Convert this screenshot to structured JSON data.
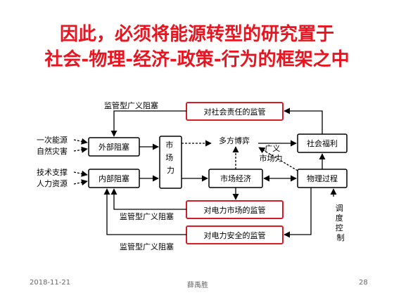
{
  "title": {
    "line1": "因此，必须将能源转型的研究置于",
    "line2": "社会-物理-经济-政策-行为的框架之中"
  },
  "diagram": {
    "nodes": {
      "external_barrier": "外部阻塞",
      "internal_barrier": "内部阻塞",
      "market_force": "市场力",
      "multi_game": "多方博弈",
      "market_economy": "市场经济",
      "social_welfare": "社会福利",
      "physical_process": "物理过程",
      "social_responsibility": "对社会责任的监管",
      "power_market_regulation": "对电力市场的监管",
      "power_security_regulation": "对电力安全的监管"
    },
    "inputs": {
      "primary_energy": "一次能源",
      "natural_disaster": "自然灾害",
      "tech_support": "技术支撑",
      "human_resources": "人力资源"
    },
    "labels": {
      "reg_barrier_top": "监管型广义阻塞",
      "reg_barrier_mid": "监管型广义阻塞",
      "reg_barrier_bottom": "监管型广义阻塞",
      "broad_market_force": "广义市场力",
      "dispatch_control": "调度控制"
    }
  },
  "footer": {
    "date": "2018-11-21",
    "author": "薛禹胜",
    "page": "28"
  },
  "colors": {
    "title": "#e8141f",
    "regulation_border": "#d21e24",
    "line": "#000000"
  }
}
